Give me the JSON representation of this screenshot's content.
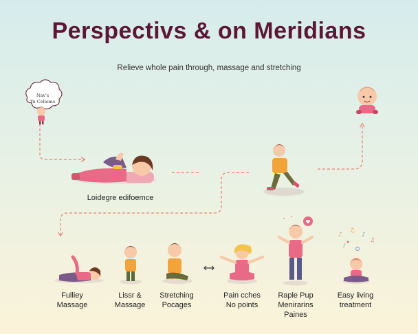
{
  "header": {
    "title": "Perspectivs & on Meridians",
    "subtitle": "Relieve whole pain through, massage and stretching"
  },
  "start_bubble": {
    "line1": "Nav's",
    "line2": "Yu Celloms"
  },
  "middle_caption": "Loidegre edifoemce",
  "steps": [
    {
      "line1": "Fulliey",
      "line2": "Massage"
    },
    {
      "line1": "Lissr &",
      "line2": "Massage"
    },
    {
      "line1": "Stretching",
      "line2": "Pocages"
    },
    {
      "line1": "Pain cches",
      "line2": "No points"
    },
    {
      "line1": "Raple Pup",
      "line2": "Menirarins",
      "line3": "Paines"
    },
    {
      "line1": "Easy living",
      "line2": "treatment"
    }
  ],
  "colors": {
    "title": "#5b1734",
    "path": "#e8806c",
    "shirt_pink": "#e86a86",
    "shirt_orange": "#f2a43a",
    "hair": "#6a3b22",
    "skin": "#f7c9a8"
  },
  "icons": [
    "double-arrow-icon",
    "heart-icon",
    "music-notes-icon"
  ]
}
